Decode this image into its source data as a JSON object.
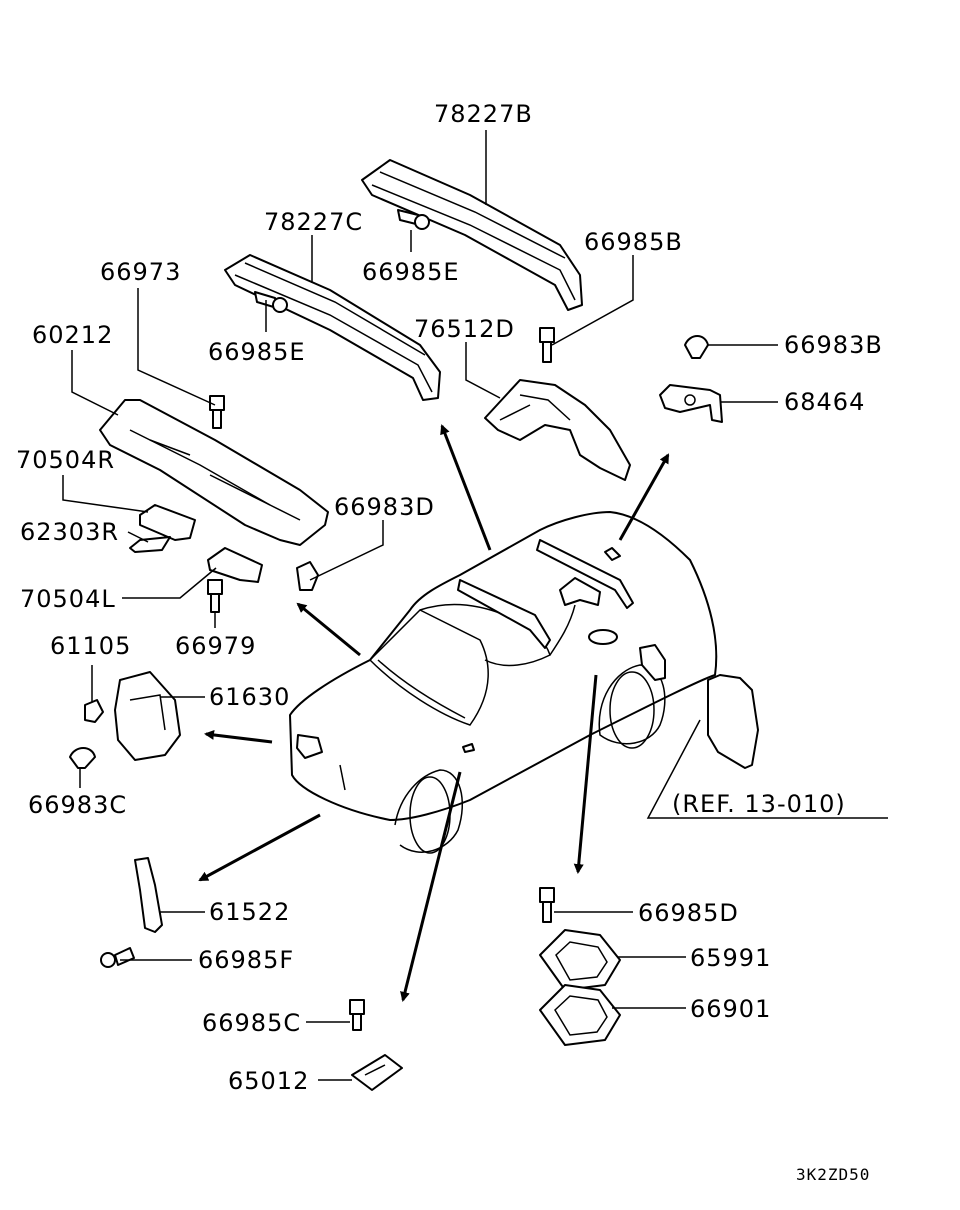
{
  "diagram_id": "3K2ZD50",
  "reference": "(REF. 13-010)",
  "parts": {
    "p78227B": "78227B",
    "p78227C": "78227C",
    "p66985E_1": "66985E",
    "p66985E_2": "66985E",
    "p66985B": "66985B",
    "p76512D": "76512D",
    "p66973": "66973",
    "p60212": "60212",
    "p66983B": "66983B",
    "p68464": "68464",
    "p70504R": "70504R",
    "p62303R": "62303R",
    "p70504L": "70504L",
    "p66983D": "66983D",
    "p66979": "66979",
    "p61105": "61105",
    "p61630": "61630",
    "p66983C": "66983C",
    "p61522": "61522",
    "p66985F": "66985F",
    "p66985D": "66985D",
    "p65991": "65991",
    "p66901": "66901",
    "p66985C": "66985C",
    "p65012": "65012"
  }
}
